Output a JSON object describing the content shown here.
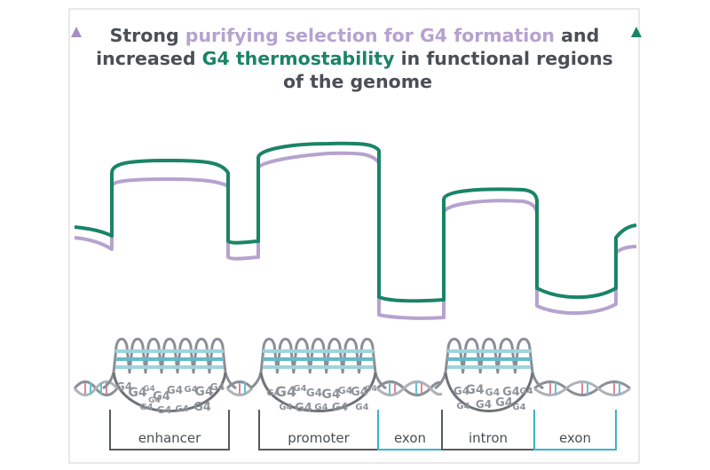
{
  "title": {
    "line1": [
      "Strong ",
      "purifying selection for G4 formation",
      " and"
    ],
    "line2": [
      "increased ",
      "G4 thermostability",
      " in functional regions"
    ],
    "line3": "of the genome"
  },
  "colors": {
    "purple": "#b6a2cf",
    "green": "#1a8466",
    "gray": "#555a60",
    "cyan": "#3bb3c7",
    "frame": "#c9c9c9"
  },
  "regions": [
    {
      "key": "enhancer",
      "label": "enhancer",
      "kind": "gray"
    },
    {
      "key": "promoter",
      "label": "promoter",
      "kind": "gray"
    },
    {
      "key": "exon1",
      "label": "exon",
      "kind": "cyan"
    },
    {
      "key": "intron",
      "label": "intron",
      "kind": "gray"
    },
    {
      "key": "exon2",
      "label": "exon",
      "kind": "cyan"
    }
  ],
  "g4_label": "G4"
}
